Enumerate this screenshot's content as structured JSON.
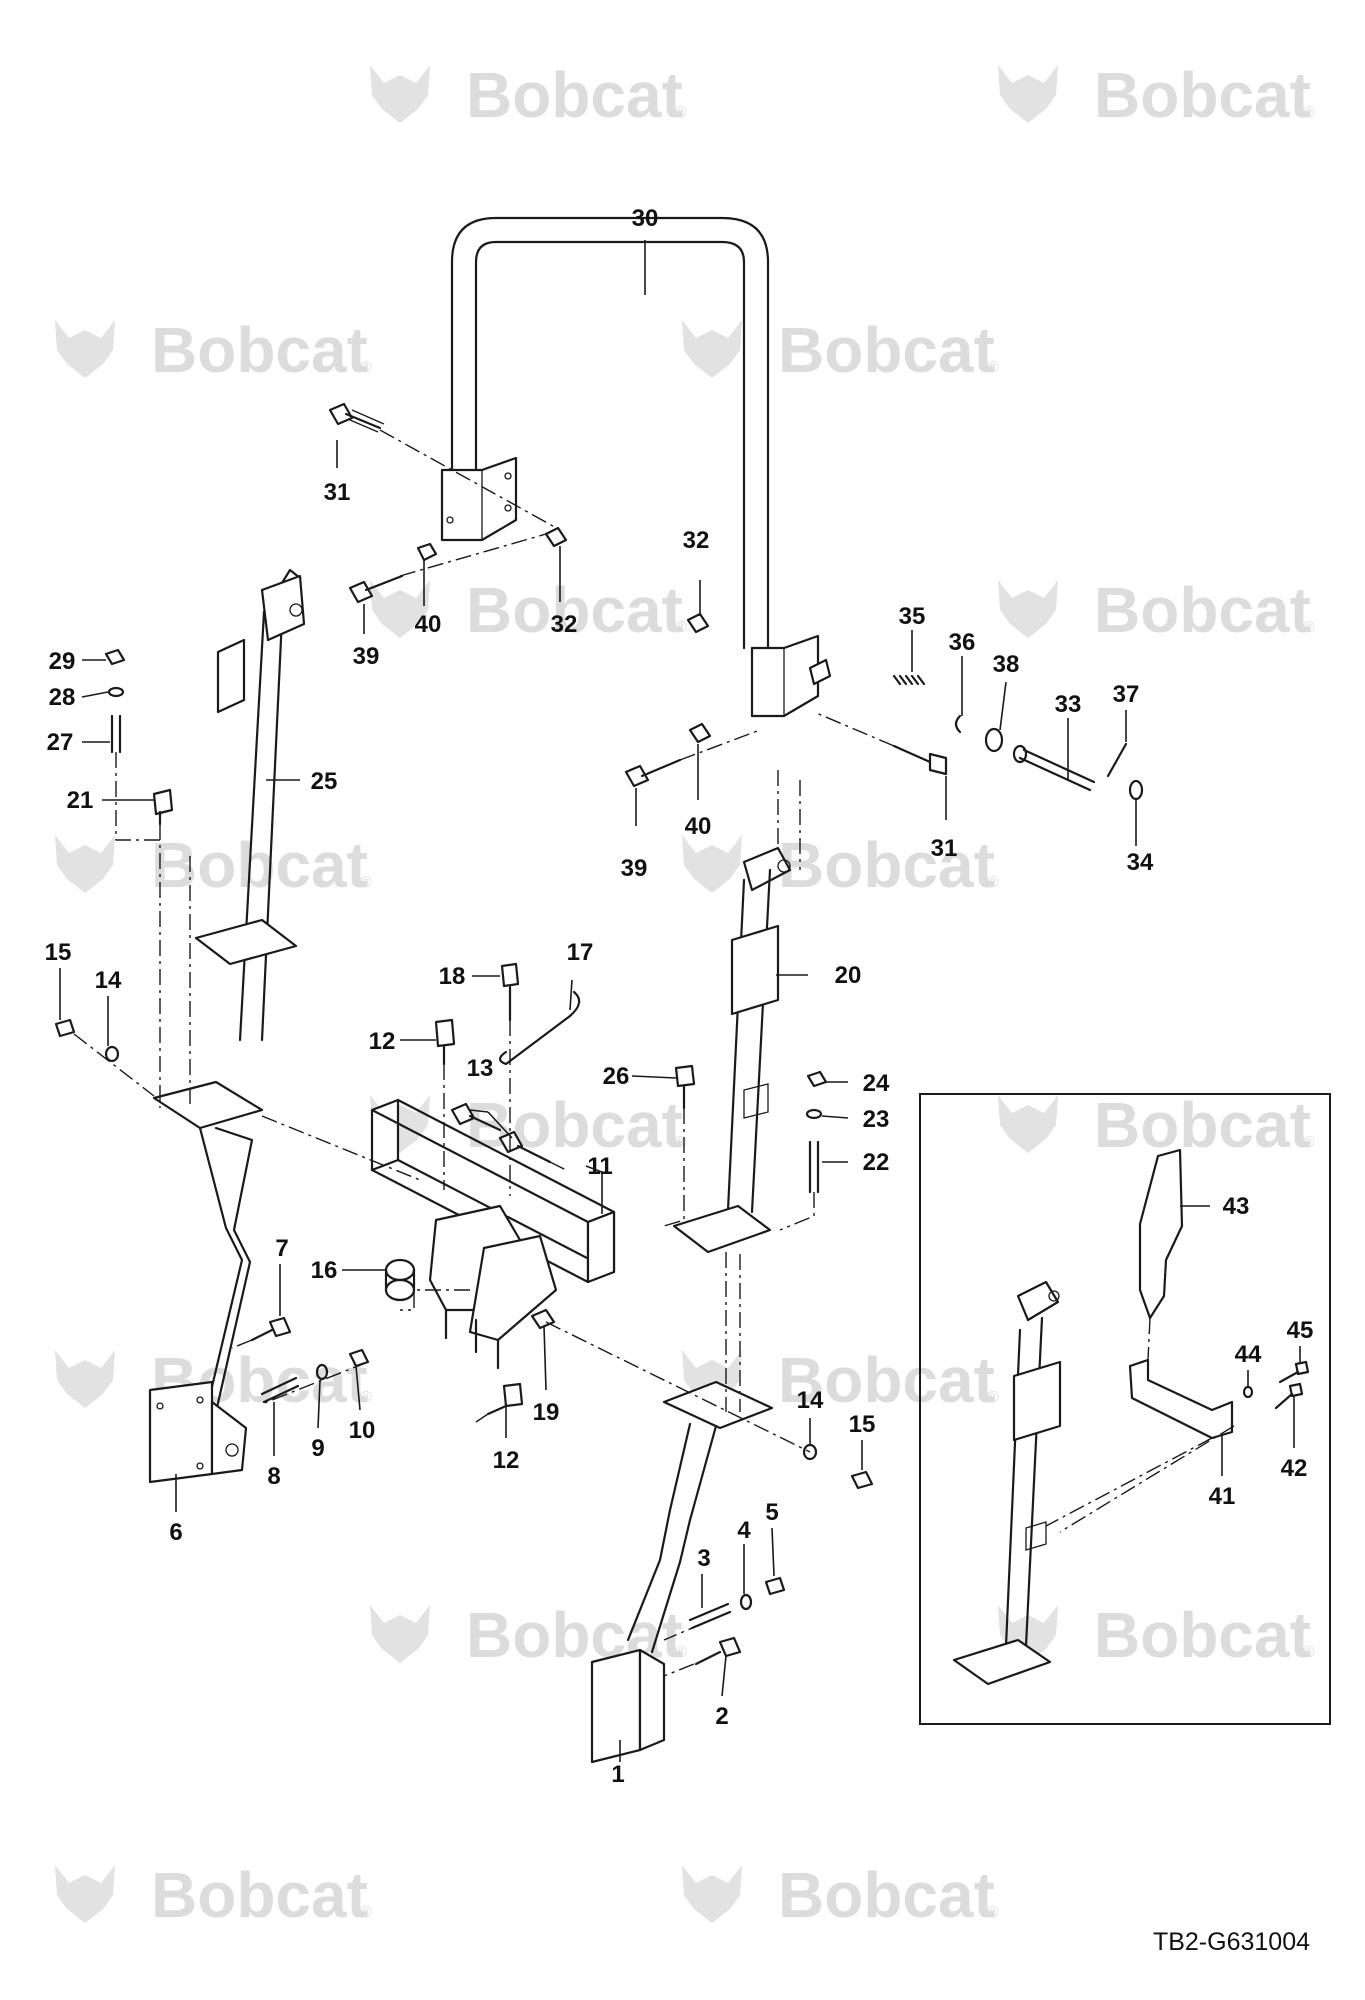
{
  "watermark": {
    "brand": "Bobcat",
    "registered_mark": "®"
  },
  "drawing_code": "TB2-G631004",
  "callouts": [
    {
      "id": "c30a",
      "text": "30"
    },
    {
      "id": "c31a",
      "text": "31"
    },
    {
      "id": "c39a",
      "text": "39"
    },
    {
      "id": "c40a",
      "text": "40"
    },
    {
      "id": "c32a",
      "text": "32"
    },
    {
      "id": "c32b",
      "text": "32"
    },
    {
      "id": "c35",
      "text": "35"
    },
    {
      "id": "c36",
      "text": "36"
    },
    {
      "id": "c38",
      "text": "38"
    },
    {
      "id": "c33",
      "text": "33"
    },
    {
      "id": "c37",
      "text": "37"
    },
    {
      "id": "c34",
      "text": "34"
    },
    {
      "id": "c39b",
      "text": "39"
    },
    {
      "id": "c40b",
      "text": "40"
    },
    {
      "id": "c31b",
      "text": "31"
    },
    {
      "id": "c29",
      "text": "29"
    },
    {
      "id": "c28",
      "text": "28"
    },
    {
      "id": "c27",
      "text": "27"
    },
    {
      "id": "c21",
      "text": "21"
    },
    {
      "id": "c25",
      "text": "25"
    },
    {
      "id": "c20",
      "text": "20"
    },
    {
      "id": "c15a",
      "text": "15"
    },
    {
      "id": "c14a",
      "text": "14"
    },
    {
      "id": "c18",
      "text": "18"
    },
    {
      "id": "c17",
      "text": "17"
    },
    {
      "id": "c12a",
      "text": "12"
    },
    {
      "id": "c13",
      "text": "13"
    },
    {
      "id": "c26",
      "text": "26"
    },
    {
      "id": "c24",
      "text": "24"
    },
    {
      "id": "c23",
      "text": "23"
    },
    {
      "id": "c22",
      "text": "22"
    },
    {
      "id": "c11",
      "text": "11"
    },
    {
      "id": "c16",
      "text": "16"
    },
    {
      "id": "c7",
      "text": "7"
    },
    {
      "id": "c9",
      "text": "9"
    },
    {
      "id": "c10",
      "text": "10"
    },
    {
      "id": "c8",
      "text": "8"
    },
    {
      "id": "c6",
      "text": "6"
    },
    {
      "id": "c19",
      "text": "19"
    },
    {
      "id": "c12b",
      "text": "12"
    },
    {
      "id": "c14b",
      "text": "14"
    },
    {
      "id": "c15b",
      "text": "15"
    },
    {
      "id": "c3",
      "text": "3"
    },
    {
      "id": "c4",
      "text": "4"
    },
    {
      "id": "c5",
      "text": "5"
    },
    {
      "id": "c2",
      "text": "2"
    },
    {
      "id": "c1",
      "text": "1"
    },
    {
      "id": "c43",
      "text": "43"
    },
    {
      "id": "c45",
      "text": "45"
    },
    {
      "id": "c44",
      "text": "44"
    },
    {
      "id": "c42",
      "text": "42"
    },
    {
      "id": "c41",
      "text": "41"
    }
  ]
}
